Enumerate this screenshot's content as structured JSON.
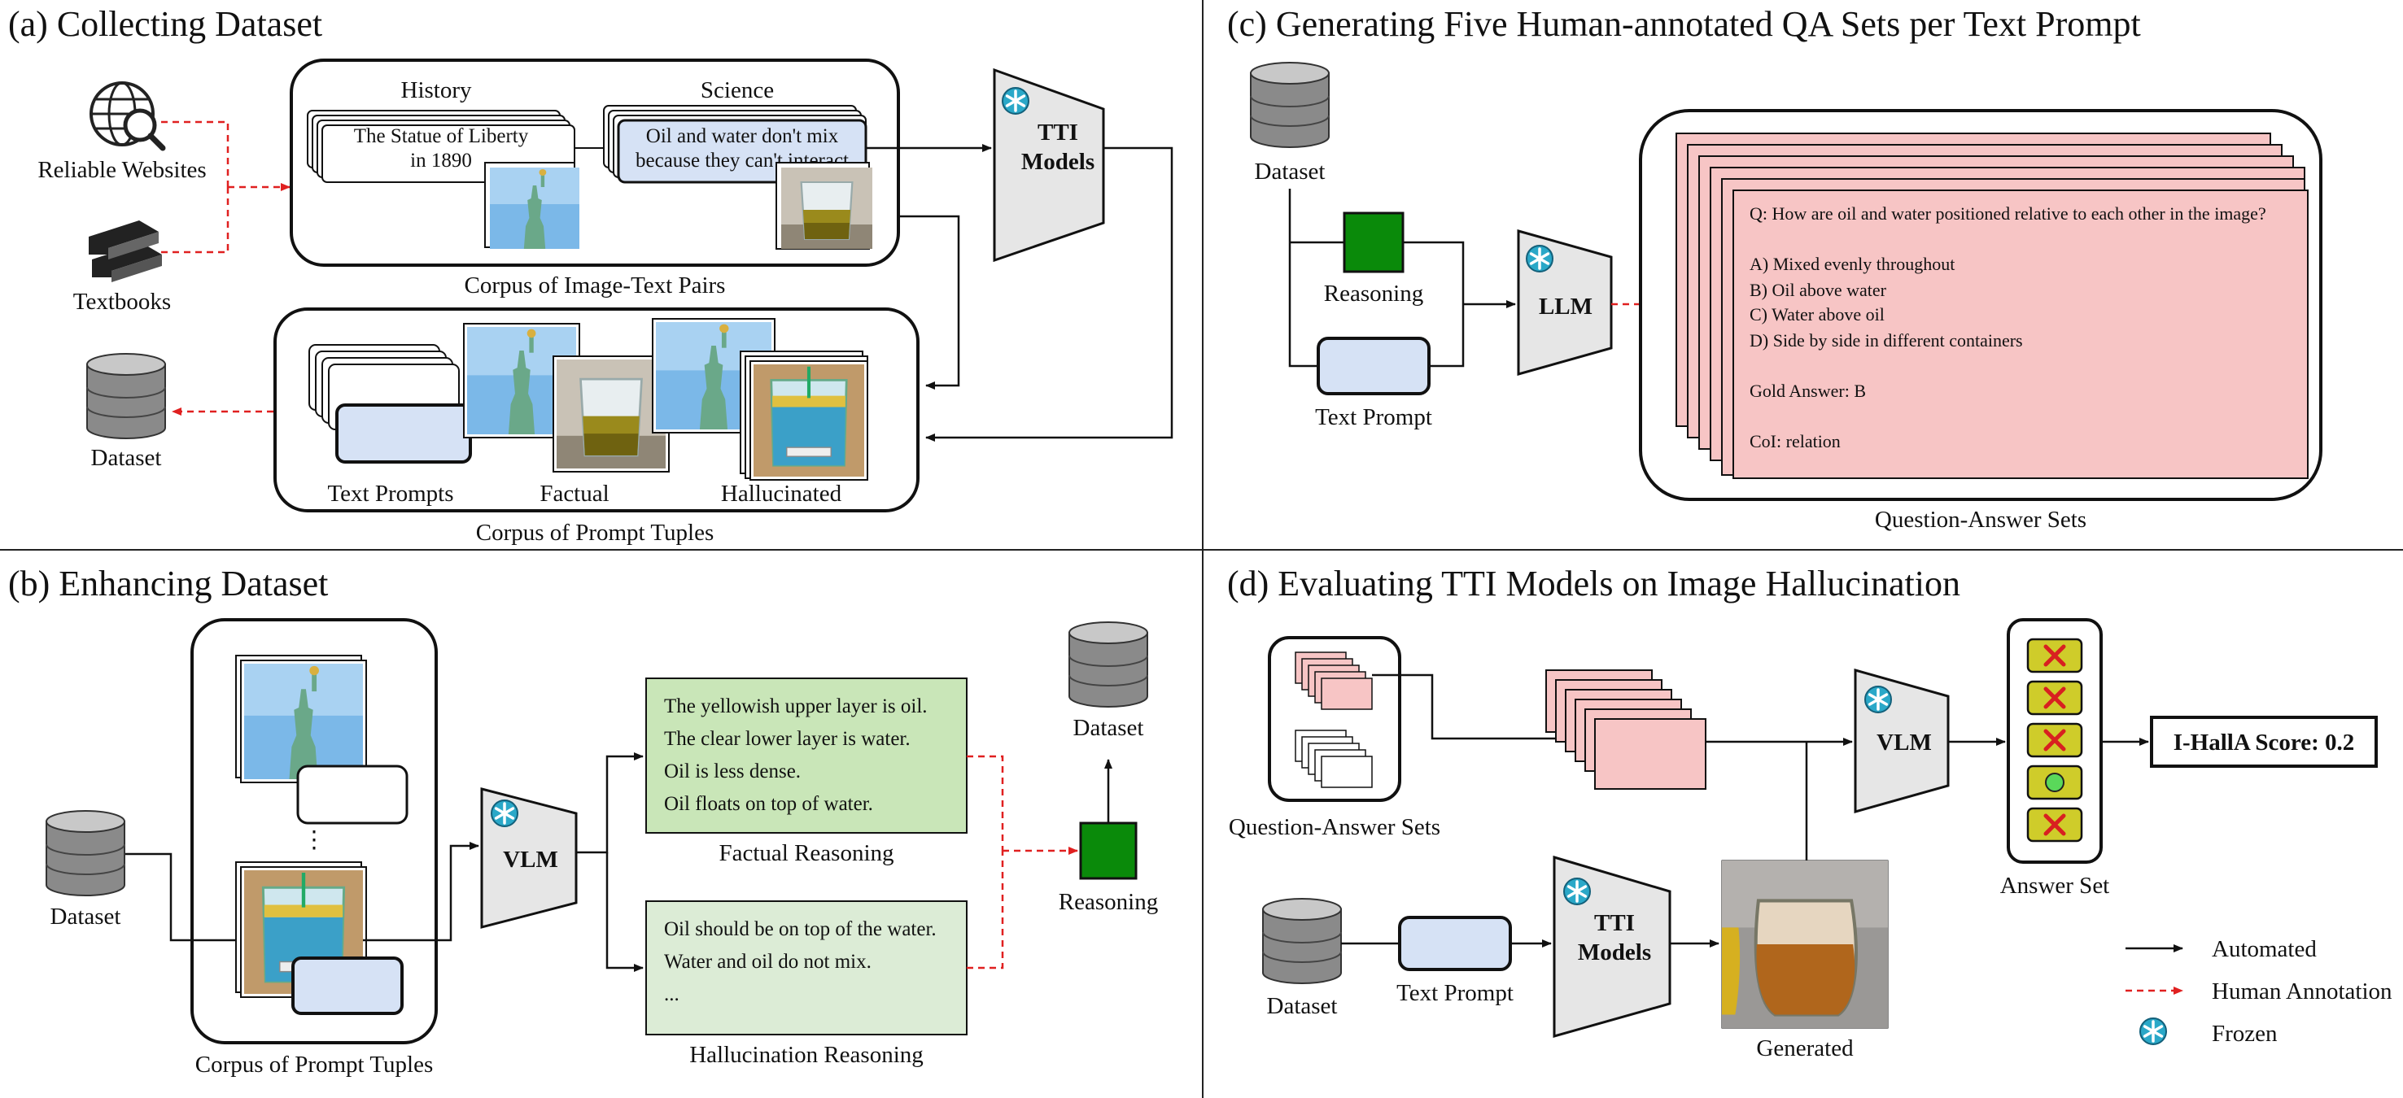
{
  "panel_a": {
    "title": "(a) Collecting Dataset",
    "reliable_websites": "Reliable Websites",
    "textbooks": "Textbooks",
    "history": "History",
    "science": "Science",
    "history_card_line1": "The Statue of Liberty",
    "history_card_line2": "in 1890",
    "science_card_line1": "Oil and water don't mix",
    "science_card_line2": "because they can't interact",
    "corpus_image_text": "Corpus of Image-Text Pairs",
    "tti_line1": "TTI",
    "tti_line2": "Models",
    "dataset": "Dataset",
    "text_prompts": "Text Prompts",
    "factual": "Factual",
    "hallucinated": "Hallucinated",
    "corpus_prompt_tuples": "Corpus of Prompt Tuples"
  },
  "panel_b": {
    "title": "(b) Enhancing Dataset",
    "dataset": "Dataset",
    "ellipsis": "⋮",
    "corpus_prompt_tuples": "Corpus of Prompt Tuples",
    "vlm": "VLM",
    "factual_lines": [
      "The yellowish upper layer is oil.",
      "The clear lower layer is water.",
      "Oil is less dense.",
      "Oil floats on top of water."
    ],
    "factual_reasoning": "Factual Reasoning",
    "halluc_lines": [
      "Oil should be on top of the water.",
      "Water and oil do not mix.",
      "..."
    ],
    "hallucination_reasoning": "Hallucination Reasoning",
    "dataset_top": "Dataset",
    "reasoning": "Reasoning"
  },
  "panel_c": {
    "title": "(c) Generating Five Human-annotated QA Sets per Text Prompt",
    "dataset": "Dataset",
    "reasoning": "Reasoning",
    "text_prompt": "Text Prompt",
    "llm": "LLM",
    "question": "Q: How are oil and water positioned relative to each other in the image?",
    "options": [
      "A) Mixed evenly throughout",
      "B) Oil above water",
      "C) Water above oil",
      "D) Side by side in different containers"
    ],
    "gold_answer": "Gold Answer: B",
    "coi": "CoI: relation",
    "qa_sets": "Question-Answer Sets"
  },
  "panel_d": {
    "title": "(d) Evaluating TTI Models on Image Hallucination",
    "qa_sets": "Question-Answer Sets",
    "vlm": "VLM",
    "answer_set": "Answer Set",
    "score": "I-HallA Score: 0.2",
    "answers": [
      "wrong",
      "wrong",
      "wrong",
      "correct",
      "wrong"
    ],
    "dataset": "Dataset",
    "text_prompt": "Text Prompt",
    "tti_line1": "TTI",
    "tti_line2": "Models",
    "generated": "Generated"
  },
  "legend": {
    "automated": "Automated",
    "human_annotation": "Human Annotation",
    "frozen": "Frozen"
  },
  "colors": {
    "pink": "#f7c5c5",
    "light_blue": "#d6e2f5",
    "green": "#0a8a0a",
    "light_green": "#c9e6b8",
    "pale_green": "#dcecd6",
    "gray_box": "#e6e6e6",
    "answer_yellow": "#cfcc2a",
    "wrong_x": "#d82020",
    "correct_dot": "#5ad85a",
    "human_red": "#e02020",
    "frozen_icon": "#2aa8c8"
  }
}
